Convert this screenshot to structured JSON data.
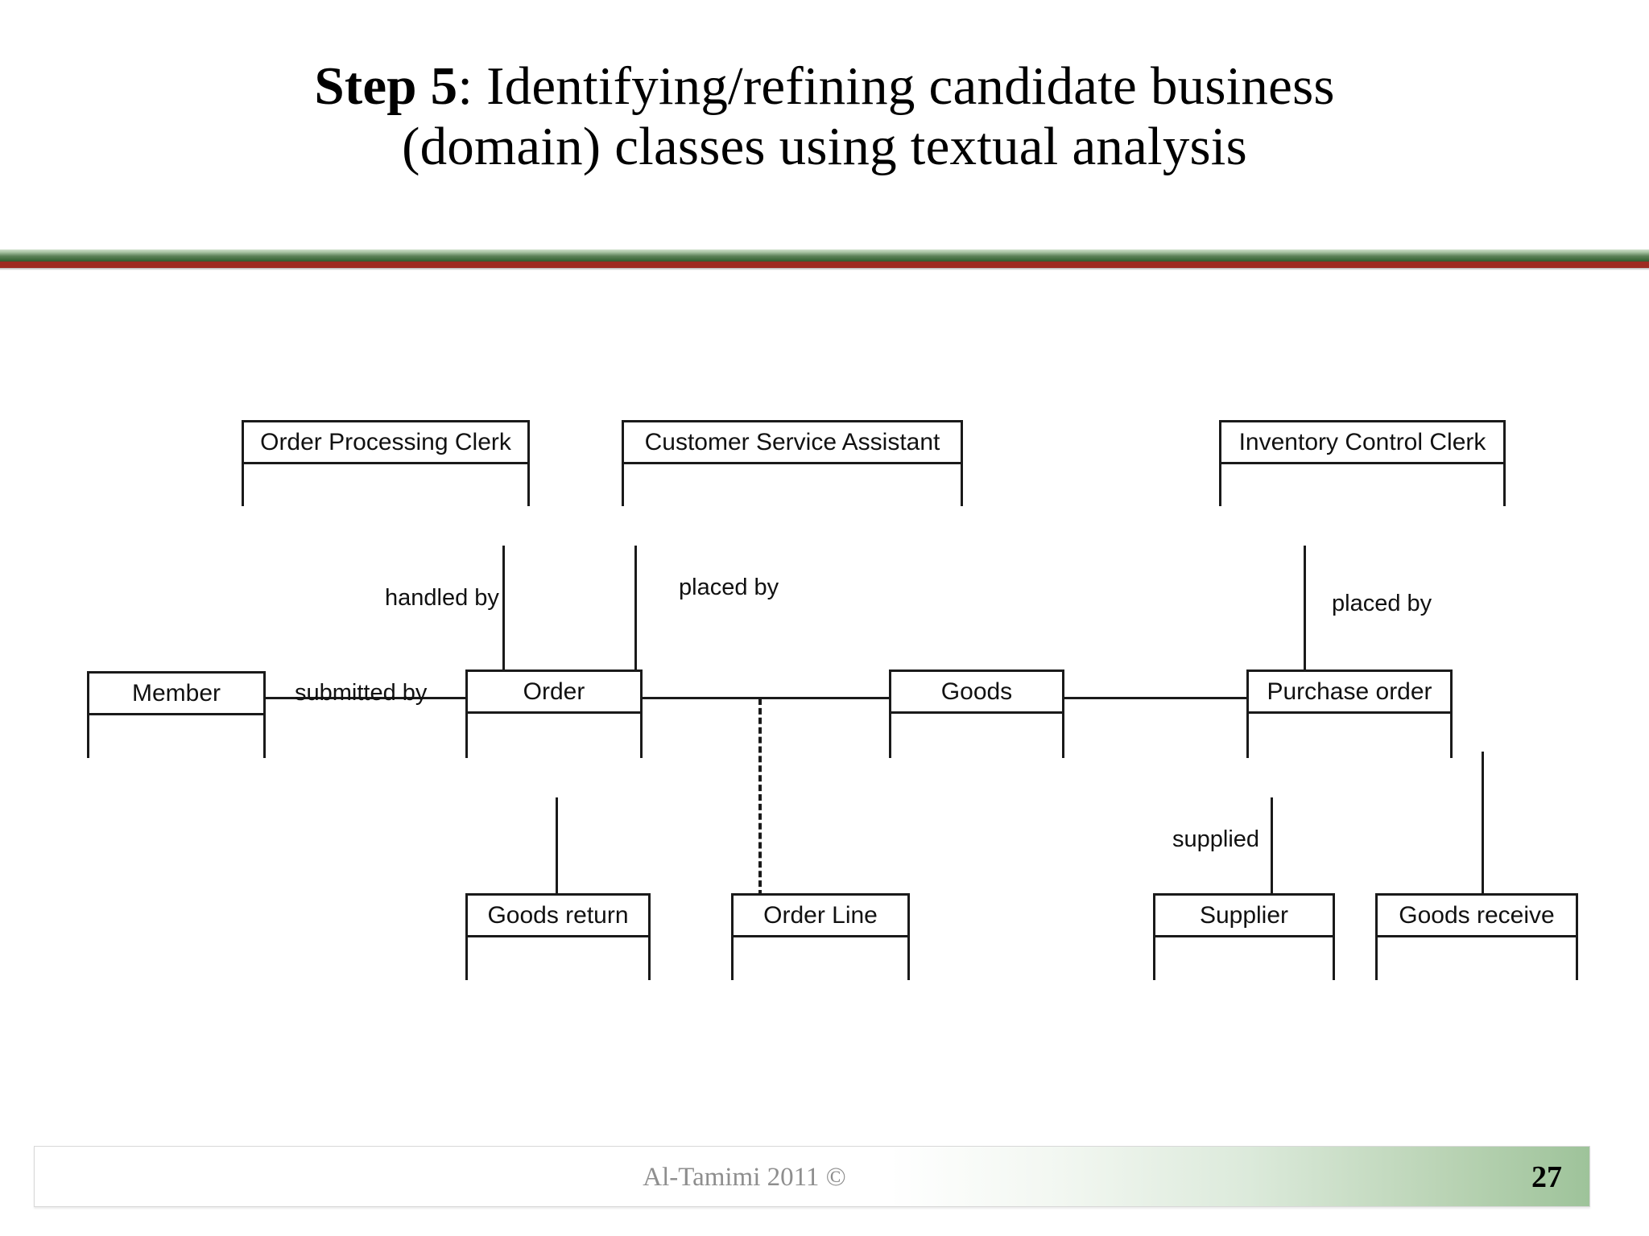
{
  "slide": {
    "title_prefix": "Step 5",
    "title_rest": ": Identifying/refining candidate business",
    "title_line2": "(domain) classes using textual analysis",
    "accent_green": "#3e6b3c",
    "accent_red": "#9e2b21"
  },
  "footer": {
    "credit": "Al-Tamimi 2011 ©",
    "page_number": "27"
  },
  "diagram": {
    "type": "uml-class-diagram",
    "classes": [
      {
        "id": "order-processing-clerk",
        "name": "Order Processing Clerk",
        "attributes": []
      },
      {
        "id": "customer-service-assistant",
        "name": "Customer Service Assistant",
        "attributes": []
      },
      {
        "id": "inventory-control-clerk",
        "name": "Inventory Control Clerk",
        "attributes": []
      },
      {
        "id": "member",
        "name": "Member",
        "attributes": []
      },
      {
        "id": "order",
        "name": "Order",
        "attributes": []
      },
      {
        "id": "goods",
        "name": "Goods",
        "attributes": []
      },
      {
        "id": "purchase-order",
        "name": "Purchase order",
        "attributes": []
      },
      {
        "id": "goods-return",
        "name": "Goods return",
        "attributes": []
      },
      {
        "id": "order-line",
        "name": "Order Line",
        "attributes": []
      },
      {
        "id": "supplier",
        "name": "Supplier",
        "attributes": []
      },
      {
        "id": "goods-receive",
        "name": "Goods receive",
        "attributes": []
      }
    ],
    "associations": [
      {
        "from": "order-processing-clerk",
        "to": "order",
        "label": "handled by",
        "style": "solid"
      },
      {
        "from": "customer-service-assistant",
        "to": "order",
        "label": "placed by",
        "style": "solid"
      },
      {
        "from": "inventory-control-clerk",
        "to": "purchase-order",
        "label": "placed by",
        "style": "solid"
      },
      {
        "from": "member",
        "to": "order",
        "label": "submitted by",
        "style": "solid"
      },
      {
        "from": "order",
        "to": "goods",
        "label": "",
        "style": "solid"
      },
      {
        "from": "goods",
        "to": "purchase-order",
        "label": "",
        "style": "solid"
      },
      {
        "from": "order",
        "to": "goods-return",
        "label": "",
        "style": "solid"
      },
      {
        "from": "order",
        "to": "order-line",
        "label": "",
        "style": "dashed"
      },
      {
        "from": "purchase-order",
        "to": "supplier",
        "label": "supplied",
        "style": "solid"
      },
      {
        "from": "purchase-order",
        "to": "goods-receive",
        "label": "",
        "style": "solid"
      }
    ],
    "labels": {
      "handled_by": "handled by",
      "placed_by_order": "placed by",
      "placed_by_purchase": "placed by",
      "submitted_by": "submitted by",
      "supplied": "supplied"
    }
  }
}
